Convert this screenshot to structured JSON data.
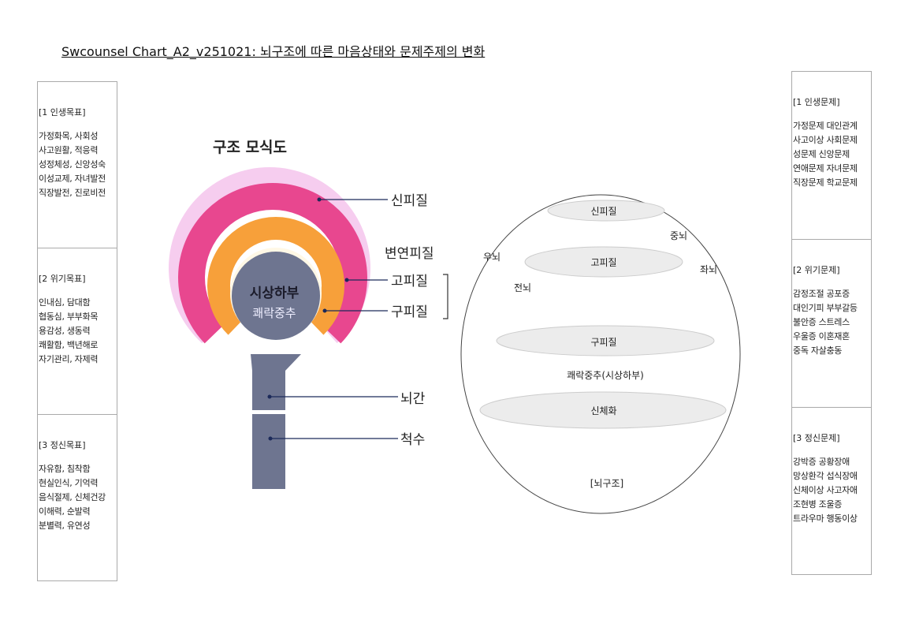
{
  "title": "Swcounsel Chart_A2_v251021: 뇌구조에 따른 마음상태와 문제주제의 변화",
  "left_panel": [
    {
      "heading": "[1 인생목표]",
      "items": [
        "가정화목, 사회성",
        "사고원활, 적응력",
        "성정체성, 신앙성숙",
        "이성교제, 자녀발전",
        "직장발전, 진로비전"
      ]
    },
    {
      "heading": "[2 위기목표]",
      "items": [
        "인내심, 담대함",
        "협동심, 부부화목",
        "용감성, 생동력",
        "쾌활함, 백년해로",
        "자기관리, 자제력"
      ]
    },
    {
      "heading": "[3 정신목표]",
      "items": [
        "자유함, 침착함",
        "현실인식, 기억력",
        "음식절제, 신체건강",
        "이해력, 순발력",
        "분별력, 유연성"
      ]
    }
  ],
  "right_panel": [
    {
      "heading": "[1 인생문제]",
      "items": [
        "가정문제  대인관계",
        "사고이상  사회문제",
        "성문제    신앙문제",
        "연애문제 자녀문제",
        "직장문제 학교문제"
      ]
    },
    {
      "heading": "[2 위기문제]",
      "items": [
        "감정조절  공포증",
        "대인기피  부부갈등",
        "불안증  스트레스",
        "우울증 이혼재혼",
        "중독 자살충동"
      ]
    },
    {
      "heading": "[3 정신문제]",
      "items": [
        "강박증  공황장애",
        "망상환각  섭식장애",
        "신체이상  사고자애",
        "조현병  조울증",
        "트라우마  행동이상"
      ]
    }
  ],
  "schematic": {
    "title": "구조 모식도",
    "center_title": "시상하부",
    "center_sub": "쾌락중추",
    "labels": {
      "neocortex": "신피질",
      "limbic": "변연피질",
      "archicortex": "고피질",
      "paleocortex": "구피질",
      "brainstem": "뇌간",
      "spinal_cord": "척수"
    },
    "colors": {
      "outer": "#f6cdef",
      "pink": "#e8478f",
      "orange": "#f7a03a",
      "core": "#6e7590"
    }
  },
  "brain_structure": {
    "caption": "[뇌구조]",
    "layers": [
      "신피질",
      "고피질",
      "구피질",
      "신체화"
    ],
    "center_label": "쾌락중추(시상하부)",
    "regions": {
      "middle": "중뇌",
      "right": "우뇌",
      "left": "좌뇌",
      "front": "전뇌"
    }
  }
}
